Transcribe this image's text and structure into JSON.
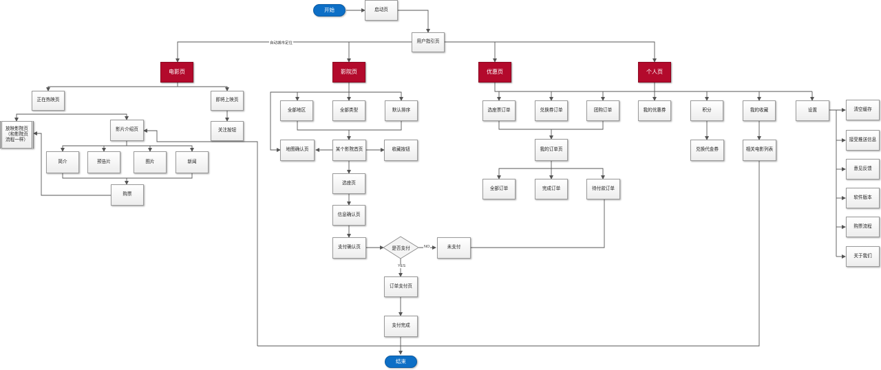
{
  "terminals": {
    "start": "开始",
    "end": "结束"
  },
  "screens": {
    "splash": "启动页",
    "guide": "用户指引页",
    "auto_city": "自动城市定位"
  },
  "categories": {
    "movie": "电影页",
    "cinema": "影院页",
    "discount": "优惠页",
    "personal": "个人页"
  },
  "movie_section": {
    "now_showing": "正在热映页",
    "coming_soon": "即将上映页",
    "follow_button": "关注按钮",
    "screening_cinemas": "放映影院页（和影院页流程一样）",
    "film_intro": "影片介绍页",
    "intro": "简介",
    "trailer": "预告片",
    "pictures": "图片",
    "news": "新闻",
    "buy_ticket": "购票"
  },
  "cinema_section": {
    "all_areas": "全部地区",
    "all_types": "全部类型",
    "default_sort": "默认排序",
    "map_confirm": "地图确认页",
    "cinema_home": "某个影院首页",
    "favorite_button": "收藏按钮",
    "seat_selection": "选座页",
    "info_confirm": "信息确认页",
    "payment_confirm": "支付确认页",
    "is_paid": "是否支付",
    "no_label": "NO",
    "yes_label": "YES",
    "unpaid": "未支付",
    "order_payment": "订单支付页",
    "payment_done": "支付完成"
  },
  "discount_section": {
    "seat_order": "选座票订单",
    "voucher_order": "兑换券订单",
    "group_order": "团购订单",
    "my_orders": "我的订单页",
    "all_orders": "全部订单",
    "completed_orders": "完成订单",
    "pending_orders": "待付款订单"
  },
  "personal_section": {
    "my_coupons": "我的优惠券",
    "points": "积分",
    "redeem_voucher": "兑换代金券",
    "my_favorites": "我的收藏",
    "related_movies": "相关电影列表",
    "settings": "设置"
  },
  "settings_items": {
    "clear_cache": "清空缓存",
    "push_notifications": "接受推送信息",
    "feedback": "意见反馈",
    "version": "软件版本",
    "purchase_flow": "购票流程",
    "about_us": "关于我们"
  },
  "colors": {
    "category_fill": "#b30a2c",
    "terminal_fill": "#0d6fc6",
    "connector": "#555555"
  }
}
